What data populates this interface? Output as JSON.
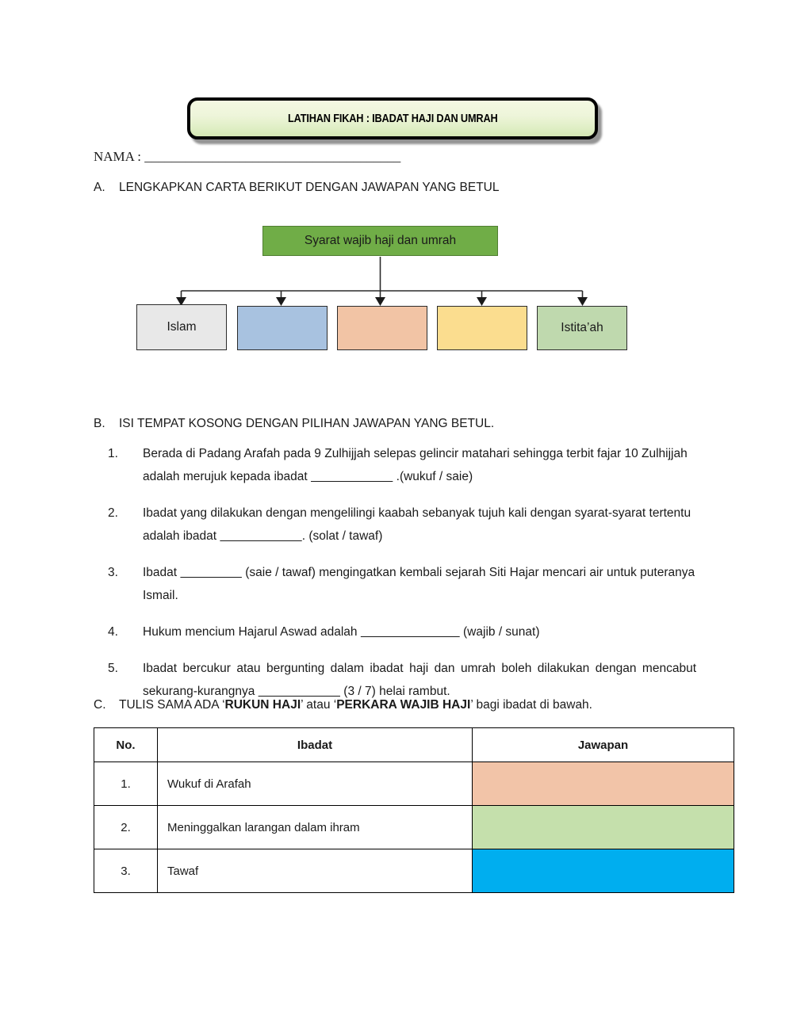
{
  "document": {
    "title": "LATIHAN FIKAH : IBADAT HAJI DAN UMRAH",
    "name_line": "NAMA : ______________________________________"
  },
  "sections": {
    "a": {
      "letter": "A.",
      "heading": "LENGKAPKAN CARTA BERIKUT DENGAN JAWAPAN YANG BETUL"
    },
    "b": {
      "letter": "B.",
      "heading": "ISI TEMPAT KOSONG DENGAN PILIHAN JAWAPAN YANG BETUL."
    },
    "c": {
      "letter": "C.",
      "part1": "TULIS SAMA ADA ‘",
      "bold1": "RUKUN HAJI",
      "part2": "’ atau ‘",
      "bold2": "PERKARA WAJIB HAJI",
      "part3": "’ bagi ibadat di bawah."
    }
  },
  "chart": {
    "root": "Syarat wajib haji dan umrah",
    "root_color": "#70ad47",
    "leaves": [
      {
        "label": "Islam",
        "color": "#e8e8e8"
      },
      {
        "label": "",
        "color": "#a8c2e0"
      },
      {
        "label": "",
        "color": "#f2c4a5"
      },
      {
        "label": "",
        "color": "#fbdd8f"
      },
      {
        "label": "Istita’ah",
        "color": "#bfd9ae"
      }
    ]
  },
  "questions": [
    {
      "num": "1.",
      "before": "Berada di Padang Arafah pada 9 Zulhijjah selepas gelincir matahari sehingga terbit fajar 10 Zulhijjah adalah merujuk kepada ibadat ",
      "blank": "                        ",
      "after": " .(wukuf / saie)"
    },
    {
      "num": "2.",
      "before": "Ibadat yang dilakukan dengan mengelilingi kaabah sebanyak tujuh kali dengan syarat-syarat tertentu adalah ibadat ",
      "blank": "                        ",
      "after": ". (solat / tawaf)"
    },
    {
      "num": "3.",
      "before": "Ibadat ",
      "blank": "                  ",
      "after": " (saie / tawaf) mengingatkan kembali sejarah Siti Hajar mencari air untuk puteranya Ismail."
    },
    {
      "num": "4.",
      "before": "Hukum mencium Hajarul Aswad adalah ",
      "blank": "                             ",
      "after": " (wajib / sunat)"
    },
    {
      "num": "5.",
      "before": "Ibadat bercukur atau bergunting dalam ibadat haji dan umrah boleh dilakukan dengan mencabut sekurang-kurangnya ",
      "blank": "                        ",
      "after": " (3 / 7) helai rambut."
    }
  ],
  "table": {
    "headers": [
      "No.",
      "Ibadat",
      "Jawapan"
    ],
    "rows": [
      {
        "no": "1.",
        "ibadat": "Wukuf di Arafah",
        "jawapan": "",
        "jawapan_color": "#f2c4a8"
      },
      {
        "no": "2.",
        "ibadat": "Meninggalkan larangan dalam ihram",
        "jawapan": "",
        "jawapan_color": "#c5e0ac"
      },
      {
        "no": "3.",
        "ibadat": "Tawaf",
        "jawapan": "",
        "jawapan_color": "#00aeef"
      }
    ]
  }
}
